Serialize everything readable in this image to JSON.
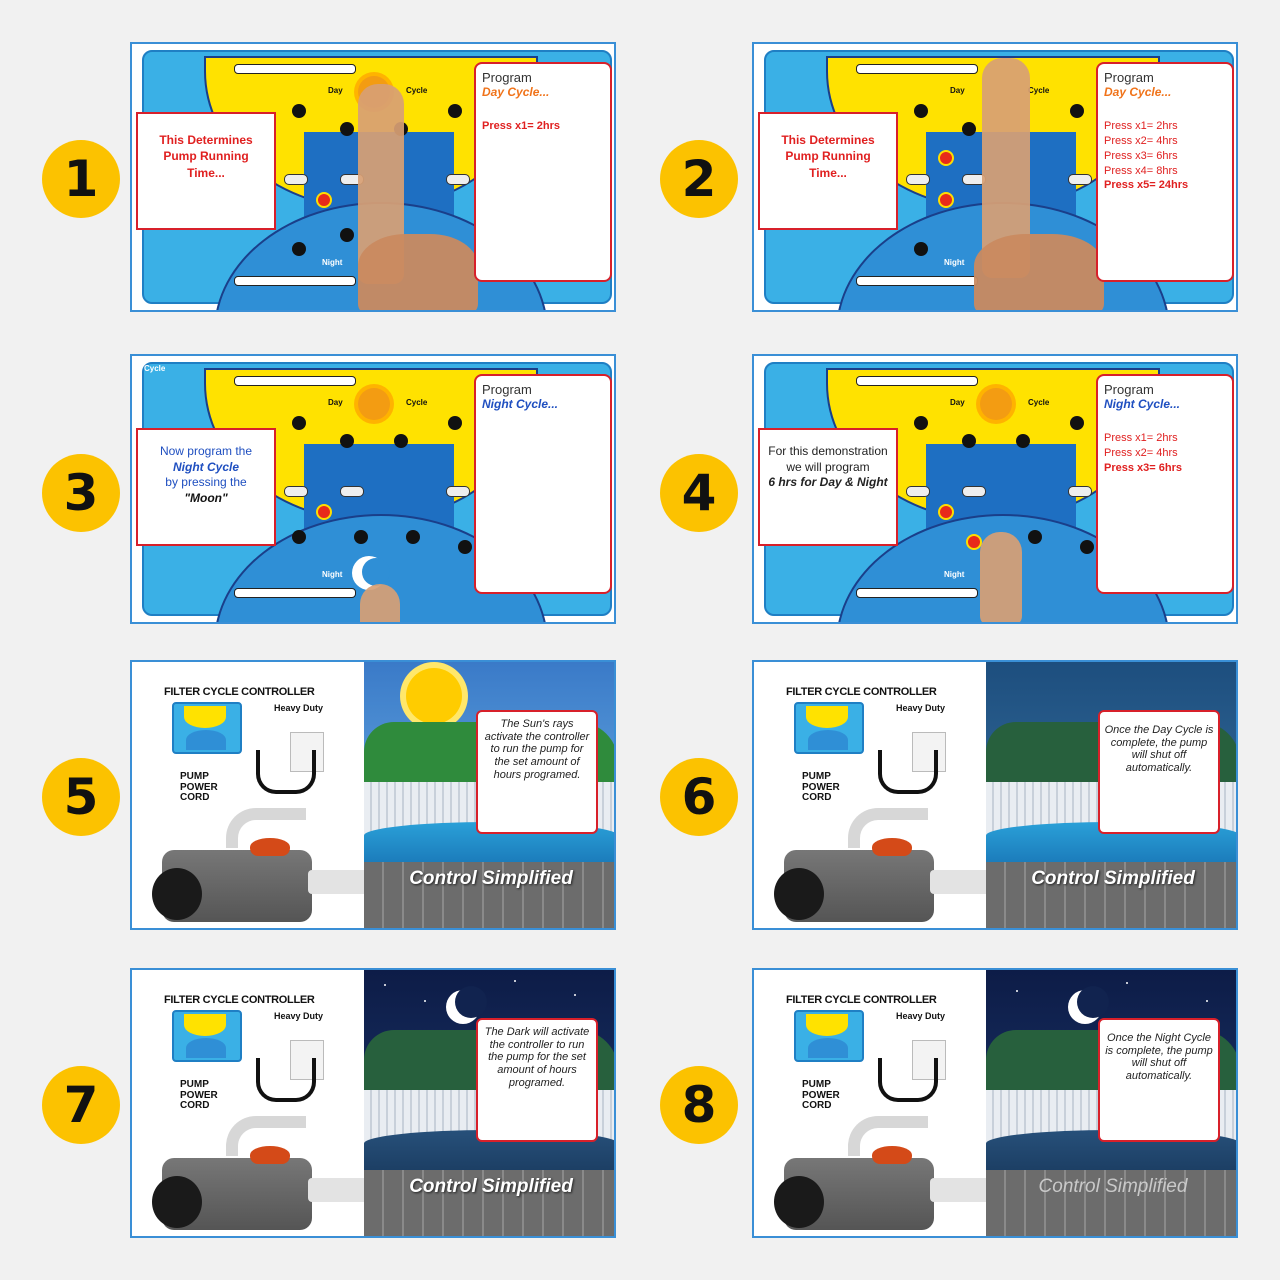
{
  "steps": [
    "1",
    "2",
    "3",
    "4",
    "5",
    "6",
    "7",
    "8"
  ],
  "controller": {
    "day_label": "Day",
    "night_label": "Night",
    "cycle_label": "Cycle"
  },
  "panel1": {
    "left_callout": "This Determines Pump Running Time...",
    "program": "Program",
    "cycle": "Day Cycle...",
    "lines": [
      "Press x1= 2hrs"
    ]
  },
  "panel2": {
    "left_callout": "This Determines Pump Running Time...",
    "program": "Program",
    "cycle": "Day Cycle...",
    "lines": [
      "Press x1= 2hrs",
      "Press x2= 4hrs",
      "Press x3= 6hrs",
      "Press x4= 8hrs",
      "Press x5= 24hrs"
    ]
  },
  "panel3": {
    "left_callout_1": "Now program the",
    "left_callout_2": "Night Cycle",
    "left_callout_3": "by pressing the",
    "left_callout_4": "\"Moon\"",
    "program": "Program",
    "cycle": "Night Cycle..."
  },
  "panel4": {
    "left_callout_1": "For this demonstration we will program",
    "left_callout_2": "6 hrs for Day & Night",
    "program": "Program",
    "cycle": "Night Cycle...",
    "lines": [
      "Press x1= 2hrs",
      "Press x2= 4hrs",
      "Press x3= 6hrs"
    ]
  },
  "scene": {
    "controller_title": "FILTER CYCLE CONTROLLER",
    "heavy_duty": "Heavy Duty",
    "power_cord": [
      "PUMP",
      "POWER",
      "CORD"
    ],
    "tagline": "Control Simplified"
  },
  "panel5": {
    "message": "The Sun's rays activate the controller to run the pump for the set amount of hours programed."
  },
  "panel6": {
    "message": "Once the Day Cycle is complete, the pump will shut off automatically."
  },
  "panel7": {
    "message": "The Dark will activate the controller to run the pump for the set amount of hours programed."
  },
  "panel8": {
    "message": "Once the Night Cycle is complete, the pump will shut off automatically."
  },
  "colors": {
    "badge": "#fcc200",
    "callout_border": "#d8202a",
    "day_yellow": "#ffe200",
    "panel_blue": "#3ab0e6"
  }
}
